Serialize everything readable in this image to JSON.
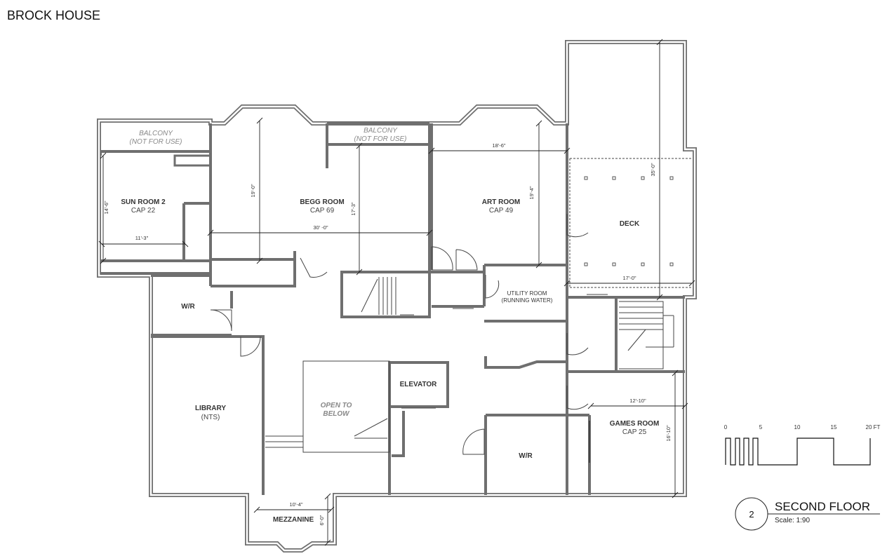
{
  "header": {
    "title": "BROCK HOUSE"
  },
  "rooms": {
    "balcony_left": {
      "name": "BALCONY",
      "note": "(NOT FOR USE)"
    },
    "balcony_mid": {
      "name": "BALCONY",
      "note": "(NOT FOR USE)"
    },
    "sun_room_2": {
      "name": "SUN ROOM 2",
      "cap": "CAP 22"
    },
    "begg_room": {
      "name": "BEGG ROOM",
      "cap": "CAP 69"
    },
    "art_room": {
      "name": "ART ROOM",
      "cap": "CAP 49"
    },
    "deck": {
      "name": "DECK"
    },
    "utility_room": {
      "name": "UTILITY ROOM",
      "note": "(RUNNING WATER)"
    },
    "wr_left": {
      "name": "W/R"
    },
    "library": {
      "name": "LIBRARY",
      "note": "(NTS)"
    },
    "open_to_below": {
      "line1": "OPEN TO",
      "line2": "BELOW"
    },
    "elevator": {
      "name": "ELEVATOR"
    },
    "wr_right": {
      "name": "W/R"
    },
    "games_room": {
      "name": "GAMES ROOM",
      "cap": "CAP 25"
    },
    "mezzanine": {
      "name": "MEZZANINE"
    }
  },
  "dimensions": {
    "sun_room_width": "11'-3\"",
    "sun_room_depth": "14'-6\"",
    "begg_depth_a": "19'-0\"",
    "begg_depth_b": "17'-3\"",
    "begg_width": "30' -0\"",
    "art_width": "18'-6\"",
    "art_depth": "19'-4\"",
    "deck_depth": "35'-0\"",
    "deck_width": "17'-0\"",
    "games_width": "12'-10\"",
    "games_depth": "16'-10\"",
    "mezz_width": "10'-4\"",
    "mezz_depth": "6'-0\""
  },
  "scale_bar": {
    "ticks": [
      "0",
      "5",
      "10",
      "15",
      "20 FT"
    ]
  },
  "title_block": {
    "sheet_number": "2",
    "title": "SECOND FLOOR",
    "scale": "Scale: 1:90"
  }
}
